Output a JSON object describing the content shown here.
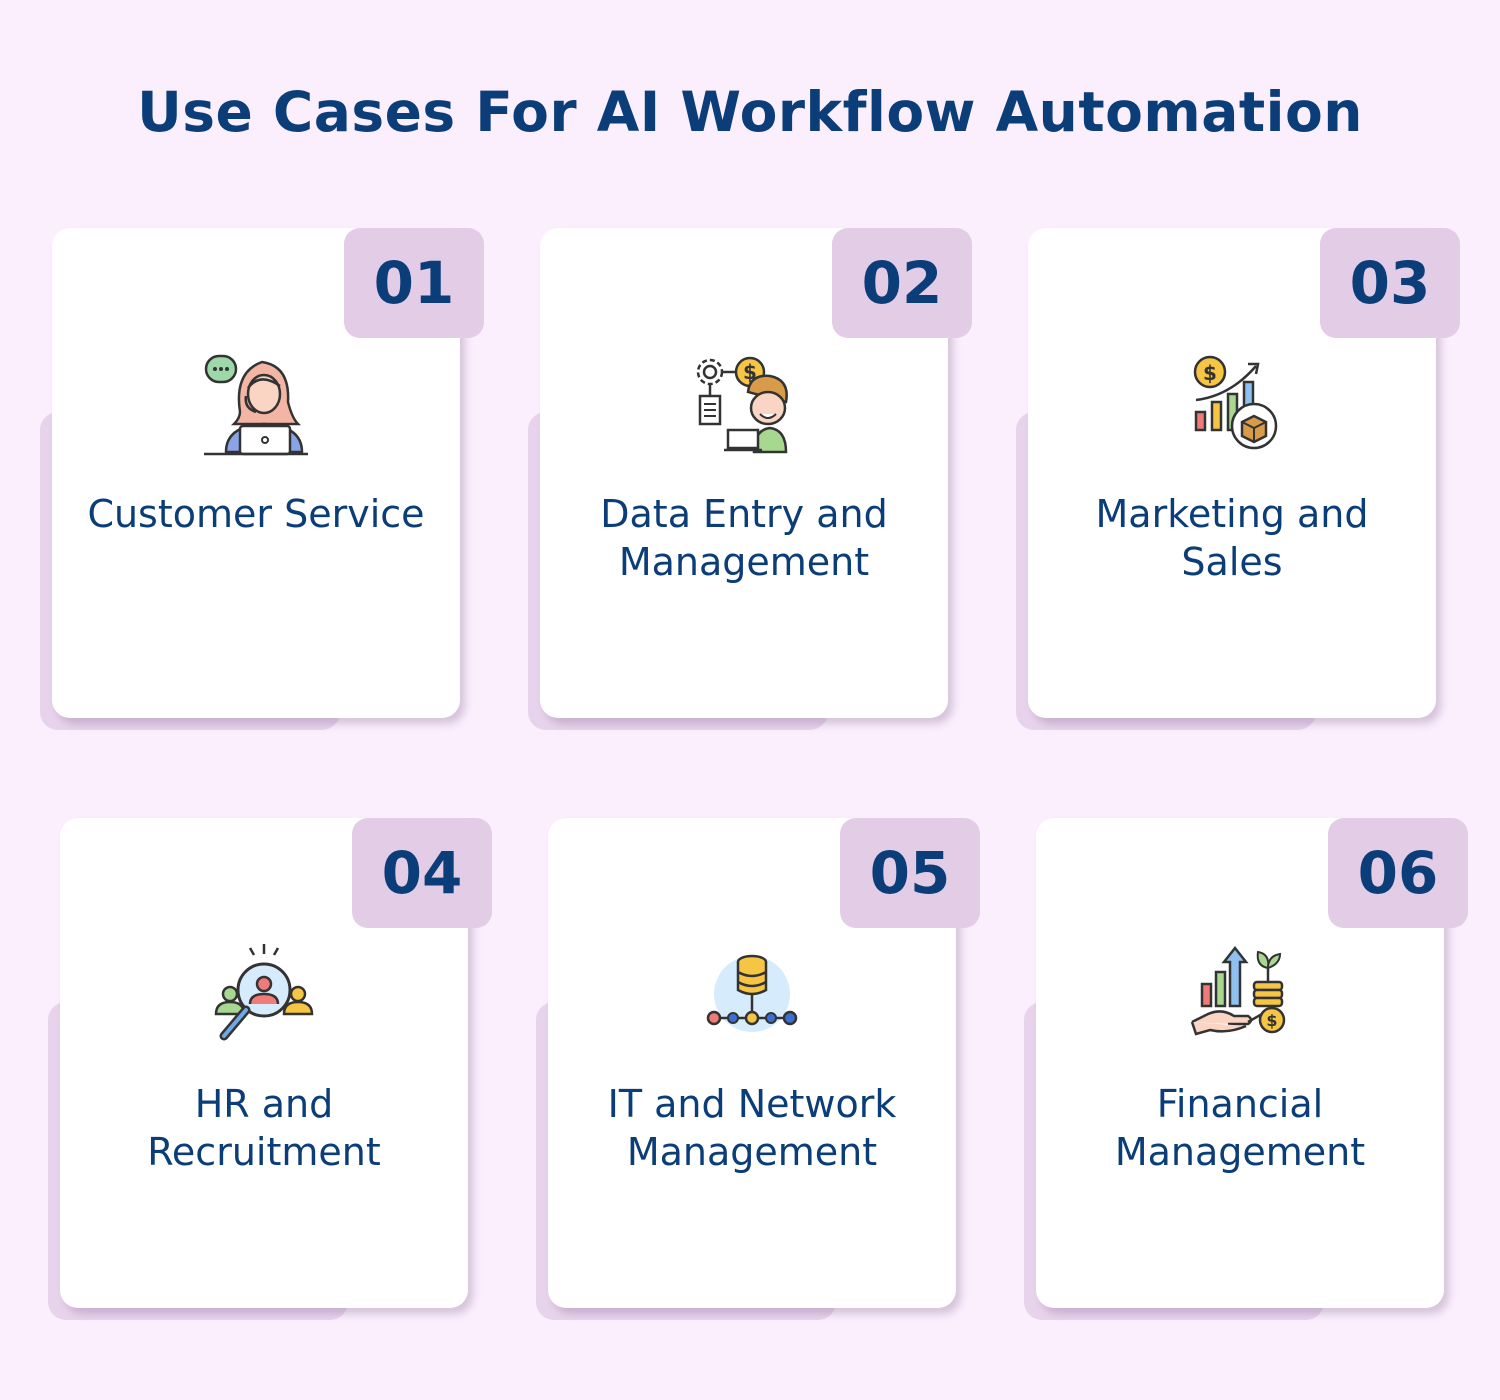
{
  "title": "Use Cases For AI Workflow Automation",
  "cards": [
    {
      "number": "01",
      "lines": [
        "Customer Service",
        ""
      ],
      "icon": "customer-support-agent-icon"
    },
    {
      "number": "02",
      "lines": [
        "Data Entry and",
        "Management"
      ],
      "icon": "data-entry-person-icon"
    },
    {
      "number": "03",
      "lines": [
        "Marketing and",
        "Sales"
      ],
      "icon": "sales-growth-chart-icon"
    },
    {
      "number": "04",
      "lines": [
        "HR and",
        "Recruitment"
      ],
      "icon": "recruitment-search-icon"
    },
    {
      "number": "05",
      "lines": [
        "IT and Network",
        "Management"
      ],
      "icon": "database-network-icon"
    },
    {
      "number": "06",
      "lines": [
        "Financial",
        "Management"
      ],
      "icon": "financial-growth-icon"
    }
  ]
}
